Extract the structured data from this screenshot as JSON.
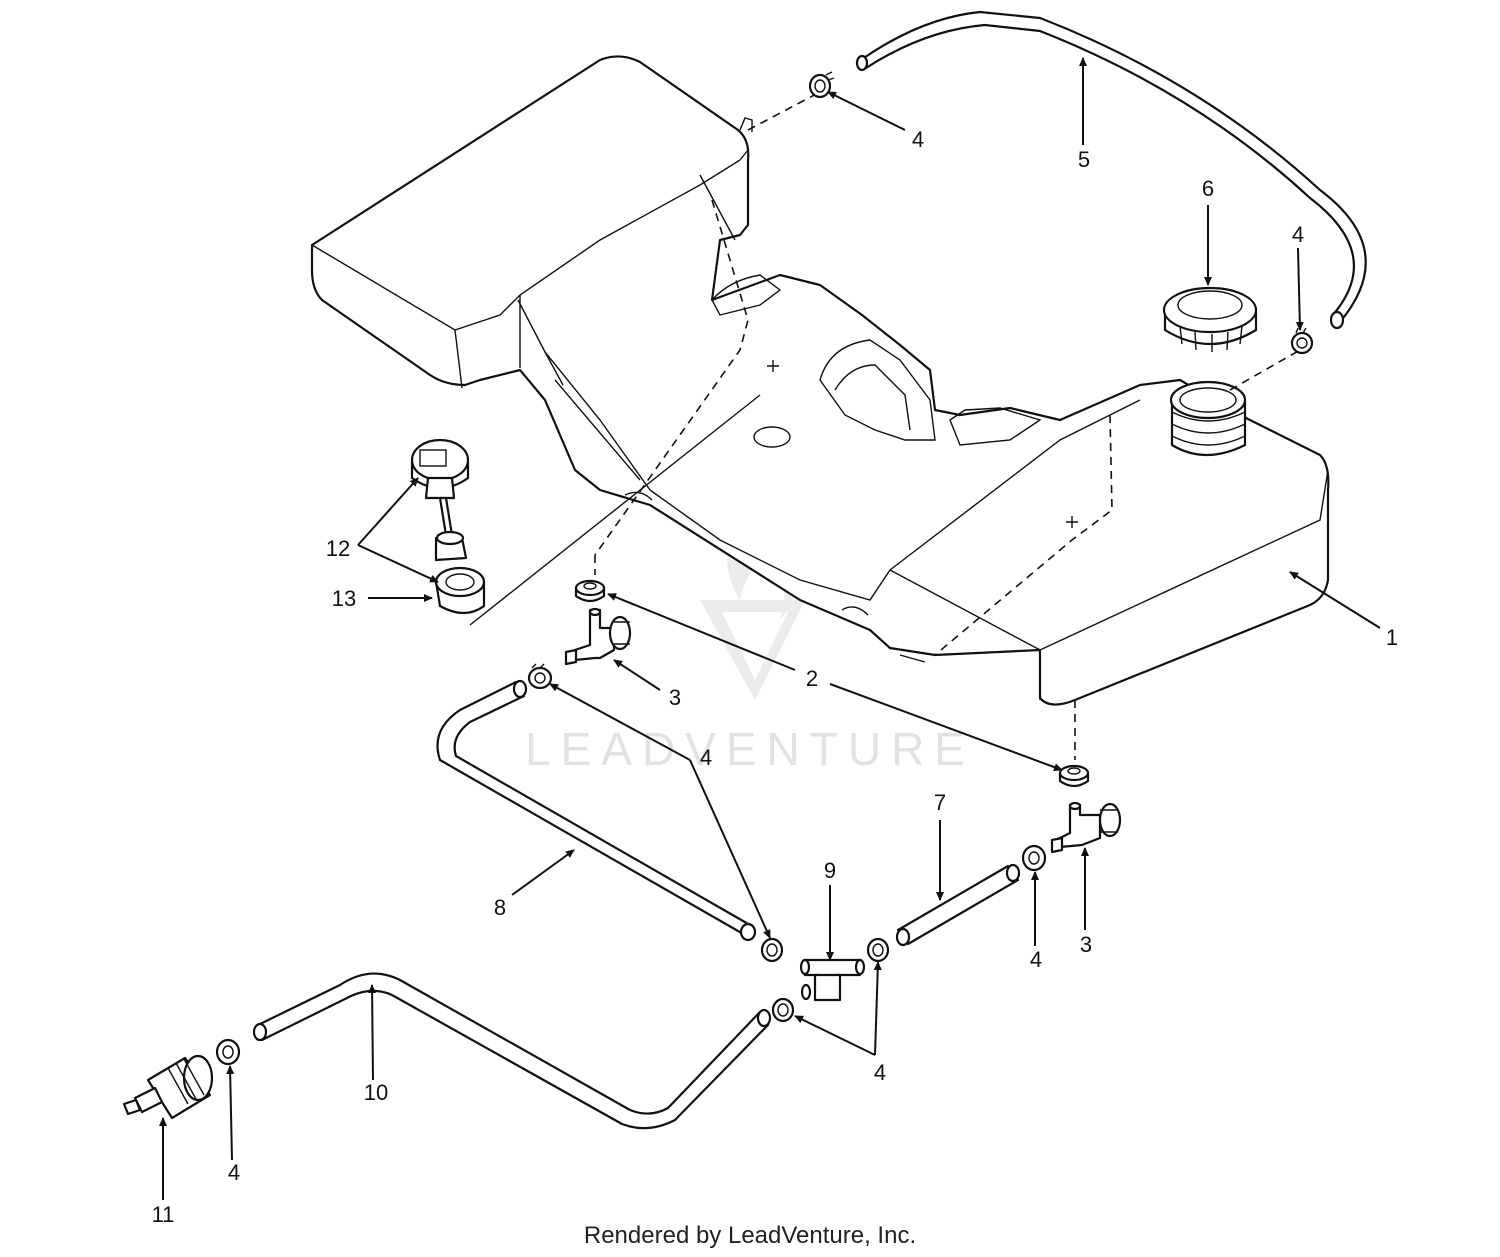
{
  "diagram": {
    "callouts": {
      "c1": "1",
      "c2": "2",
      "c3a": "3",
      "c3b": "3",
      "c4a": "4",
      "c4b": "4",
      "c4c": "4",
      "c4d": "4",
      "c4e": "4",
      "c4f": "4",
      "c5": "5",
      "c6": "6",
      "c7": "7",
      "c8": "8",
      "c9": "9",
      "c10": "10",
      "c11": "11",
      "c12": "12",
      "c13": "13"
    },
    "watermark": "LEADVENTURE"
  },
  "footer": {
    "credit": "Rendered by LeadVenture, Inc."
  }
}
